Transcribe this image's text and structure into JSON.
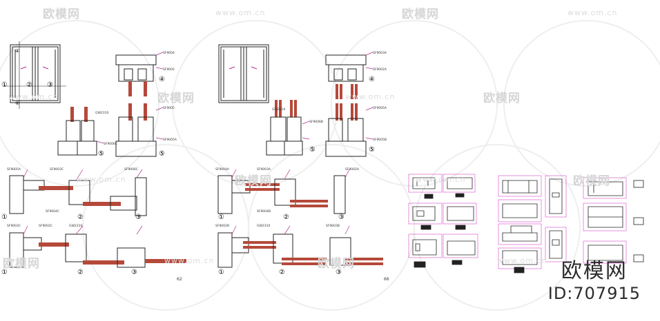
{
  "watermark": {
    "logo_text": "欧模网",
    "url_text": "www.om.cn"
  },
  "brand": {
    "name": "欧模网",
    "id": "ID:707915"
  },
  "sheets": [
    {
      "page_number": "62",
      "section_marks": [
        "①",
        "②",
        "③",
        "④",
        "⑤",
        "⑥"
      ],
      "labels": [
        "SF9004",
        "SF9002",
        "SF9005",
        "SF9005A",
        "GW2310",
        "SF9006C",
        "SF9005A",
        "SF9003C",
        "SF9006C",
        "SF9004C",
        "SF9003C",
        "SF9002C",
        "GW2310"
      ]
    },
    {
      "page_number": "66",
      "section_marks": [
        "①",
        "②",
        "③",
        "④",
        "⑤"
      ],
      "labels": [
        "SF9003A",
        "SF9002A",
        "SF9005A",
        "SF9005B",
        "GW2310",
        "SF9006B",
        "SF9004A",
        "SF9003A",
        "SF9002A",
        "SF9004B",
        "SF9002B",
        "GW2310",
        "SF9003B"
      ]
    }
  ],
  "colors": {
    "line": "#222222",
    "glass": "#b5493a",
    "leader": "#b0308c",
    "dim": "#d020c0",
    "watermark": "#d8d8d8"
  }
}
